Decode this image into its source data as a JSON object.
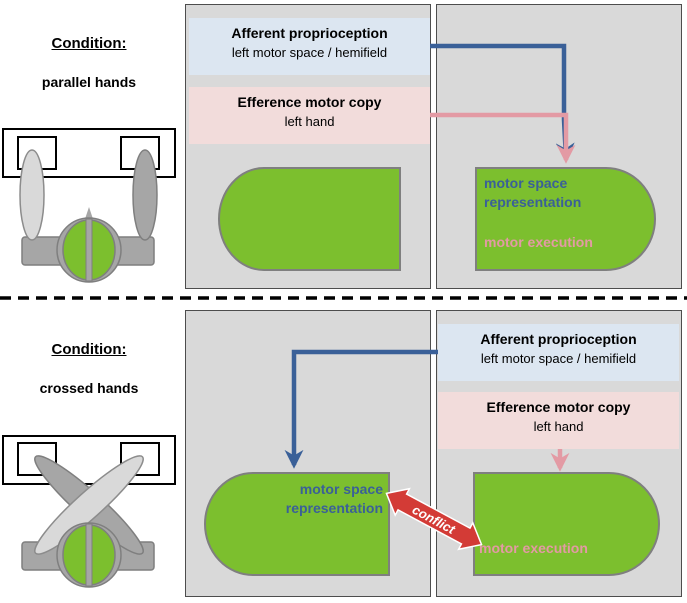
{
  "colors": {
    "panel": "#d9d9d9",
    "afferent_box": "#dce6f1",
    "efference_box": "#f2dcdb",
    "blue_arrow": "#3a6098",
    "pink_arrow": "#e39aa4",
    "motor_shape": "#7cbf2e",
    "conflict_arrow": "#d33b36"
  },
  "top": {
    "condition_title": "Condition:",
    "condition_name": "parallel hands",
    "afferent_title": "Afferent proprioception",
    "afferent_subtitle": "left motor space / hemifield",
    "efference_title": "Efference motor copy",
    "efference_subtitle": "left hand",
    "motor_space_label": "motor space\nrepresentation",
    "motor_execution_label": "motor execution"
  },
  "bottom": {
    "condition_title": "Condition:",
    "condition_name": "crossed hands",
    "afferent_title": "Afferent proprioception",
    "afferent_subtitle": "left motor space / hemifield",
    "efference_title": "Efference motor copy",
    "efference_subtitle": "left hand",
    "motor_space_label": "motor space\nrepresentation",
    "motor_execution_label": "motor execution",
    "conflict_label": "conflict"
  }
}
